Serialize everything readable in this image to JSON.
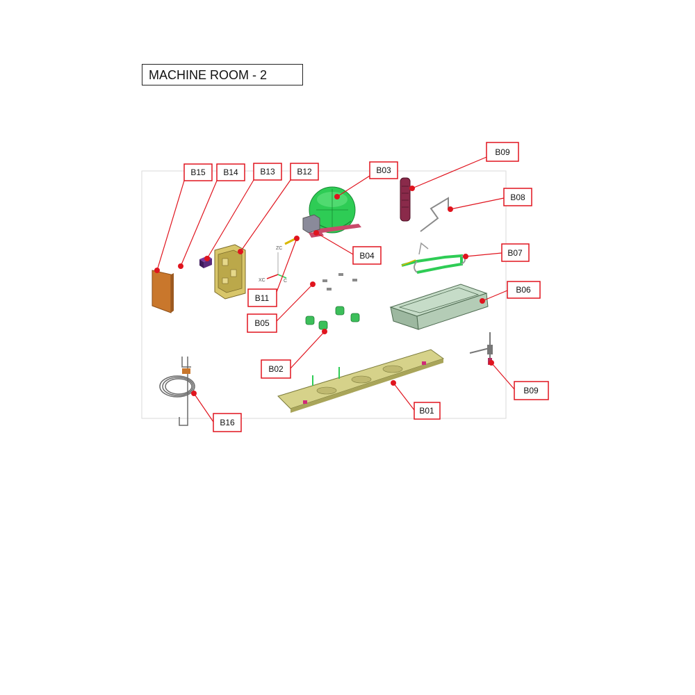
{
  "title": "MACHINE ROOM - 2",
  "callouts": [
    {
      "id": "b15",
      "label": "B15"
    },
    {
      "id": "b14",
      "label": "B14"
    },
    {
      "id": "b13",
      "label": "B13"
    },
    {
      "id": "b12",
      "label": "B12"
    },
    {
      "id": "b03",
      "label": "B03"
    },
    {
      "id": "b09-top",
      "label": "B09"
    },
    {
      "id": "b08",
      "label": "B08"
    },
    {
      "id": "b04",
      "label": "B04"
    },
    {
      "id": "b07",
      "label": "B07"
    },
    {
      "id": "b06",
      "label": "B06"
    },
    {
      "id": "b11",
      "label": "B11"
    },
    {
      "id": "b05",
      "label": "B05"
    },
    {
      "id": "b02",
      "label": "B02"
    },
    {
      "id": "b09-bottom",
      "label": "B09"
    },
    {
      "id": "b01",
      "label": "B01"
    },
    {
      "id": "b16",
      "label": "B16"
    }
  ],
  "axes": {
    "z": "ZC",
    "x": "XC",
    "y": "C"
  },
  "colors": {
    "callout": "#e0141e",
    "compressor": "#2ecc55",
    "tray": "#d6d28a",
    "panel": "#c9772c"
  }
}
